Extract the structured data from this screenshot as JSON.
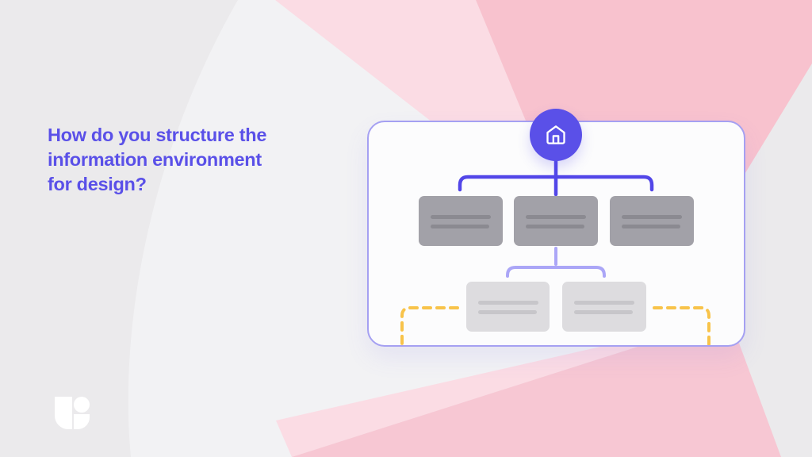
{
  "slide": {
    "heading": {
      "lines": [
        "How do you structure the",
        "information environment",
        "for design?"
      ]
    }
  },
  "diagram": {
    "type": "sitemap-illustration",
    "root": {
      "label": "home",
      "icon": "home-icon"
    },
    "level1_nodes": [
      {
        "label": "placeholder-page"
      },
      {
        "label": "placeholder-page"
      },
      {
        "label": "placeholder-page"
      }
    ],
    "level2_nodes": [
      {
        "label": "placeholder-subpage"
      },
      {
        "label": "placeholder-subpage"
      }
    ],
    "dashed_placeholders": [
      {
        "position": "bottom-left"
      },
      {
        "position": "bottom-right"
      }
    ]
  },
  "icons": [
    "home-icon",
    "u-logo-mark"
  ],
  "theme": {
    "accent": "#5A50E8",
    "connector_strong": "#5246E8",
    "connector_light": "#ABA6F7",
    "bg_base": "#EBEAEC",
    "bg_light": "#F2F2F4",
    "pink": "#F8C2CE",
    "pink_south": "#F7C7D3",
    "pink_soft": "#FBDCE4",
    "card_bg": "#FCFCFD",
    "card_border": "#A5A0F2",
    "node_dark": "#A2A1A8",
    "node_dark_line": "#8B8A91",
    "node_light": "#DDDCDF",
    "node_light_line": "#C7C6CA",
    "dash_yellow": "#F8C34A",
    "logo_white": "#FFFFFF"
  }
}
